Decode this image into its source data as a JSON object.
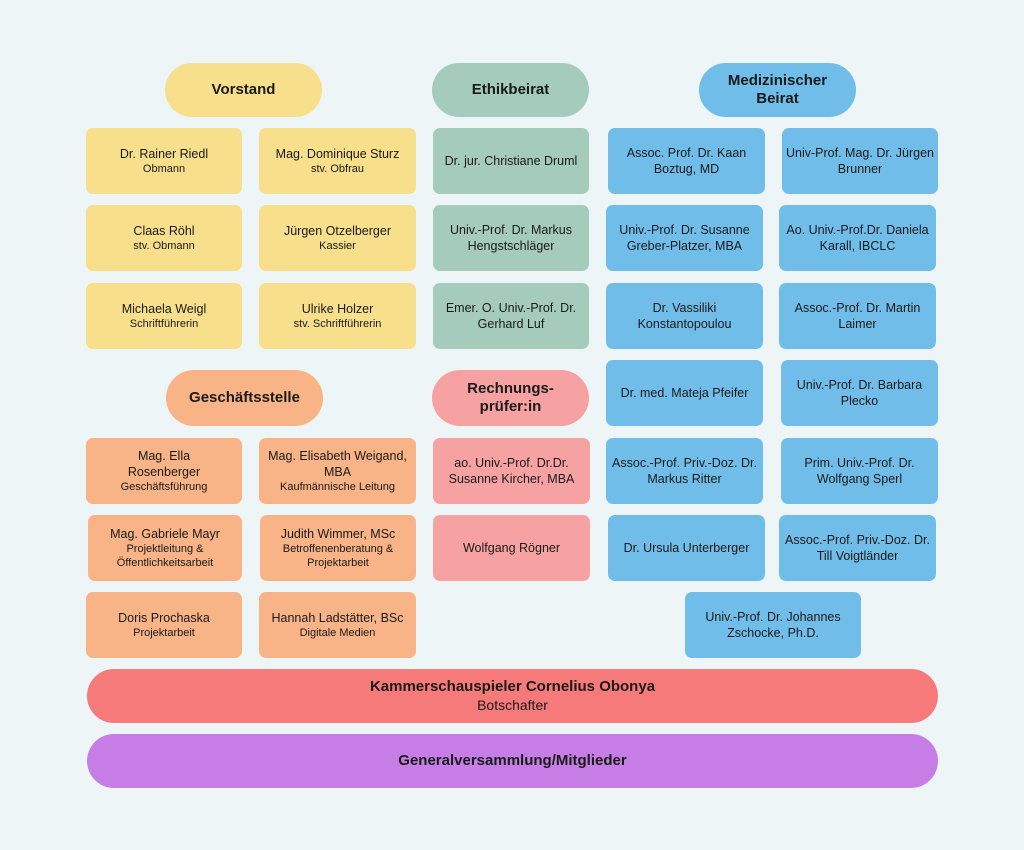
{
  "vorstand": {
    "title": "Vorstand",
    "members": [
      {
        "name": "Dr. Rainer Riedl",
        "role": "Obmann"
      },
      {
        "name": "Mag. Dominique Sturz",
        "role": "stv. Obfrau"
      },
      {
        "name": "Claas Röhl",
        "role": "stv. Obmann"
      },
      {
        "name": "Jürgen Otzelberger",
        "role": "Kassier"
      },
      {
        "name": "Michaela Weigl",
        "role": "Schriftführerin"
      },
      {
        "name": "Ulrike Holzer",
        "role": "stv. Schriftführerin"
      }
    ]
  },
  "ethikbeirat": {
    "title": "Ethikbeirat",
    "members": [
      {
        "name": "Dr. jur. Christiane Druml"
      },
      {
        "name": "Univ.-Prof. Dr. Markus Hengstschläger"
      },
      {
        "name": "Emer. O. Univ.-Prof. Dr. Gerhard Luf"
      }
    ]
  },
  "medizinischer_beirat": {
    "title": "Medizinischer Beirat",
    "members": [
      {
        "name": "Assoc. Prof. Dr. Kaan Boztug, MD"
      },
      {
        "name": "Univ-Prof. Mag. Dr. Jürgen Brunner"
      },
      {
        "name": "Univ.-Prof. Dr. Susanne Greber-Platzer, MBA"
      },
      {
        "name": "Ao. Univ.-Prof.Dr. Daniela Karall, IBCLC"
      },
      {
        "name": "Dr. Vassiliki Konstantopoulou"
      },
      {
        "name": "Assoc.-Prof. Dr. Martin Laimer"
      },
      {
        "name": "Dr. med. Mateja Pfeifer"
      },
      {
        "name": "Univ.-Prof. Dr. Barbara Plecko"
      },
      {
        "name": "Assoc.-Prof. Priv.-Doz. Dr. Markus Ritter"
      },
      {
        "name": "Prim. Univ.-Prof. Dr. Wolfgang Sperl"
      },
      {
        "name": "Dr. Ursula Unterberger"
      },
      {
        "name": "Assoc.-Prof. Priv.-Doz. Dr. Till Voigtländer"
      },
      {
        "name": "Univ.-Prof. Dr. Johannes Zschocke, Ph.D."
      }
    ]
  },
  "geschaeftsstelle": {
    "title": "Geschäftsstelle",
    "members": [
      {
        "name": "Mag. Ella Rosenberger",
        "role": "Geschäftsführung"
      },
      {
        "name": "Mag. Elisabeth Weigand, MBA",
        "role": "Kaufmännische Leitung"
      },
      {
        "name": "Mag. Gabriele Mayr",
        "role": "Projektleitung & Öffentlichkeitsarbeit"
      },
      {
        "name": "Judith Wimmer, MSc",
        "role": "Betroffenenberatung & Projektarbeit"
      },
      {
        "name": "Doris Prochaska",
        "role": "Projektarbeit"
      },
      {
        "name": "Hannah Ladstätter, BSc",
        "role": "Digitale Medien"
      }
    ]
  },
  "rechnungspruefer": {
    "title": "Rechnungs-prüfer:in",
    "members": [
      {
        "name": "ao. Univ.-Prof. Dr.Dr. Susanne Kircher, MBA"
      },
      {
        "name": "Wolfgang Rögner"
      }
    ]
  },
  "botschafter": {
    "name": "Kammerschauspieler Cornelius Obonya",
    "role": "Botschafter"
  },
  "generalversammlung": {
    "title": "Generalversammlung/Mitglieder"
  },
  "colors": {
    "vorstand": "#f7df8c",
    "ethikbeirat": "#a4cbbc",
    "medizinischer_beirat": "#70bdea",
    "geschaeftsstelle": "#f8b386",
    "rechnungspruefer": "#f7a2a2",
    "botschafter": "#f77a7a",
    "generalversammlung": "#c67ee6",
    "background": "#eef5f6"
  }
}
